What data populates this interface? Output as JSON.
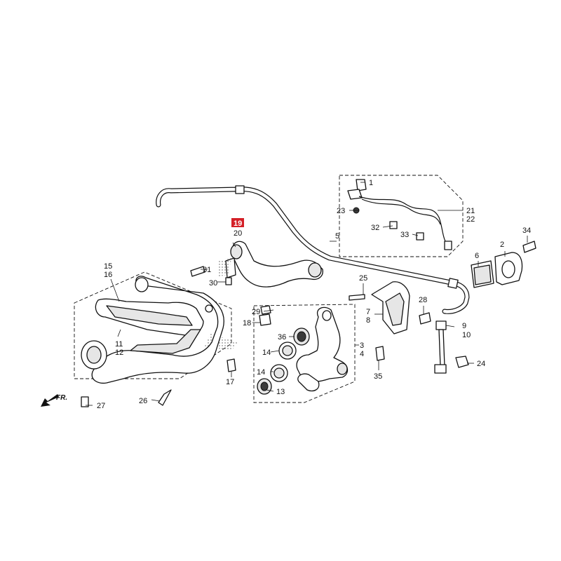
{
  "direction_arrow": {
    "label": "FR."
  },
  "callouts": [
    {
      "id": "c1",
      "label": "1"
    },
    {
      "id": "c2",
      "label": "2"
    },
    {
      "id": "c3",
      "label": "3"
    },
    {
      "id": "c4",
      "label": "4"
    },
    {
      "id": "c5",
      "label": "5"
    },
    {
      "id": "c6",
      "label": "6"
    },
    {
      "id": "c7",
      "label": "7"
    },
    {
      "id": "c8",
      "label": "8"
    },
    {
      "id": "c9",
      "label": "9"
    },
    {
      "id": "c10",
      "label": "10"
    },
    {
      "id": "c11",
      "label": "11"
    },
    {
      "id": "c12",
      "label": "12"
    },
    {
      "id": "c13",
      "label": "13"
    },
    {
      "id": "c14a",
      "label": "14"
    },
    {
      "id": "c14b",
      "label": "14"
    },
    {
      "id": "c15",
      "label": "15"
    },
    {
      "id": "c16",
      "label": "16"
    },
    {
      "id": "c17",
      "label": "17"
    },
    {
      "id": "c18",
      "label": "18"
    },
    {
      "id": "c19",
      "label": "19",
      "highlight": true
    },
    {
      "id": "c20",
      "label": "20"
    },
    {
      "id": "c21",
      "label": "21"
    },
    {
      "id": "c22",
      "label": "22"
    },
    {
      "id": "c23",
      "label": "23"
    },
    {
      "id": "c24",
      "label": "24"
    },
    {
      "id": "c25",
      "label": "25"
    },
    {
      "id": "c26",
      "label": "26"
    },
    {
      "id": "c27",
      "label": "27"
    },
    {
      "id": "c28",
      "label": "28"
    },
    {
      "id": "c29",
      "label": "29"
    },
    {
      "id": "c30",
      "label": "30"
    },
    {
      "id": "c31",
      "label": "31"
    },
    {
      "id": "c32",
      "label": "32"
    },
    {
      "id": "c33",
      "label": "33"
    },
    {
      "id": "c34",
      "label": "34"
    },
    {
      "id": "c35",
      "label": "35"
    },
    {
      "id": "c36",
      "label": "36"
    }
  ],
  "colors": {
    "line": "#111111",
    "highlight": "#d42027",
    "background": "#ffffff"
  }
}
